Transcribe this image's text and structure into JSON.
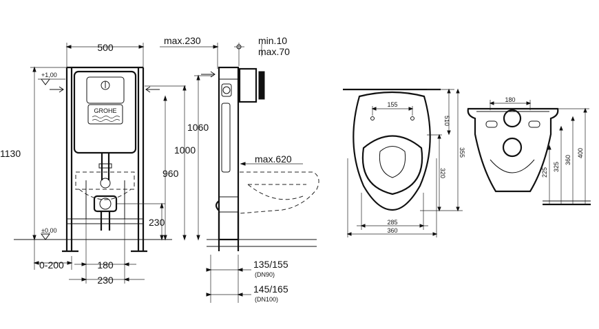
{
  "front_view": {
    "width_top": "500",
    "height_total": "1130",
    "level_top": "+1,00",
    "level_floor": "±0,00",
    "offset_range": "0-200",
    "spacing_inner": "180",
    "spacing_outer": "230",
    "drain_height": "230",
    "brand": "GROHE"
  },
  "side_view": {
    "max_depth": "max.230",
    "wall_min": "min.10",
    "wall_max": "max.70",
    "h1060": "1060",
    "h1000": "1000",
    "h960": "960",
    "max_projection": "max.620",
    "dn90_range": "135/155",
    "dn90_label": "(DN90)",
    "dn100_range": "145/165",
    "dn100_label": "(DN100)"
  },
  "top_view": {
    "bolt_spacing": "155",
    "depth": "510",
    "length": "355",
    "seat": "320",
    "width_inner": "285",
    "width_outer": "360"
  },
  "bowl_side_view": {
    "top_width": "180",
    "h225": "225",
    "h325": "325",
    "h360": "360",
    "h400": "400"
  }
}
